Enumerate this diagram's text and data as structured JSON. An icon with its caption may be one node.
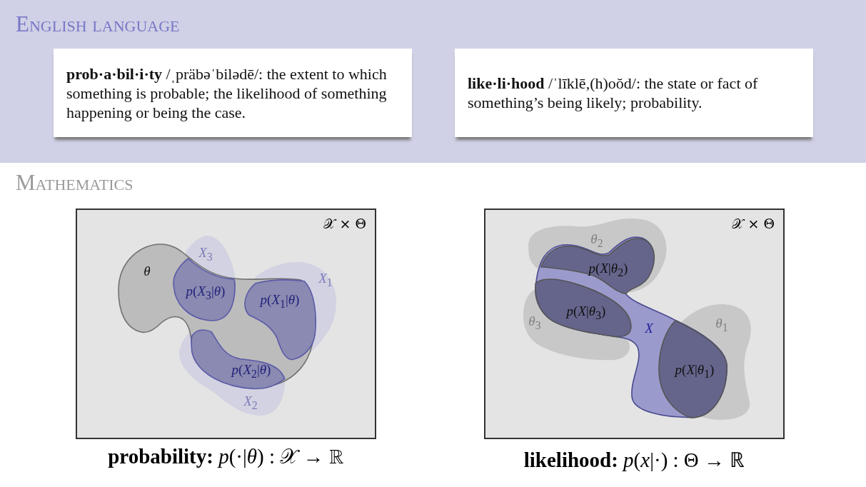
{
  "diagram": {
    "nodes": [
      {
        "text": [
          "**prob·a·bil·i·ty** /ˌpräbəˈbilədē/: the extent to which something is probable; the likelihood of something happening or being the case."
        ]
      },
      {
        "text": [
          "**like·li·hood** /ˈlīklē,(h)oŏd/: the state or fact of something’s being likely; probability."
        ]
      },
      {
        "text": [
          "𝒳 × Θ"
        ],
        "beside": [
          "**probability:** *p*(·|*θ*) : 𝒳 → ℝ"
        ]
      },
      {
        "text": [
          "θ"
        ],
        "in": 2
      },
      {
        "text": [
          "*X*$_{3}$"
        ],
        "in": 2
      },
      {
        "text": [
          "*X*$_{1}$"
        ],
        "in": 2
      },
      {
        "text": [
          "*X*$_{2}$"
        ],
        "in": 2
      },
      {
        "text": [
          "*p*(*X*$_{3}$|*θ*)"
        ],
        "in": 4
      },
      {
        "text": [
          "*p*(*X*$_{1}$|*θ*)"
        ]
      },
      {
        "text": [
          "*p*(*X*$_{2}$|*θ*)"
        ],
        "in": 3
      },
      {
        "text": [
          "𝒳 × Θ"
        ],
        "beside": [
          "**likelihood:** *p*(*x*|·) : Θ → ℝ"
        ]
      },
      {
        "text": [
          "*θ*$_{2}$"
        ],
        "in": 10
      },
      {
        "text": [
          "*θ*$_{3}$"
        ],
        "in": 10
      },
      {
        "text": [
          "*θ*$_{1}$"
        ],
        "in": 10
      },
      {
        "text": [
          "X"
        ],
        "in": 10
      },
      {
        "text": [
          "*p*(*X*|*θ*$_{2}$)"
        ]
      },
      {
        "text": [
          "*p*(*X*|*θ*$_{3}$)"
        ],
        "in": 14
      },
      {
        "text": [
          "*p*(*X*|*θ*$_{1}$)"
        ],
        "in": 14
      }
    ],
    "labels": [
      "English language",
      "Mathematics"
    ]
  }
}
